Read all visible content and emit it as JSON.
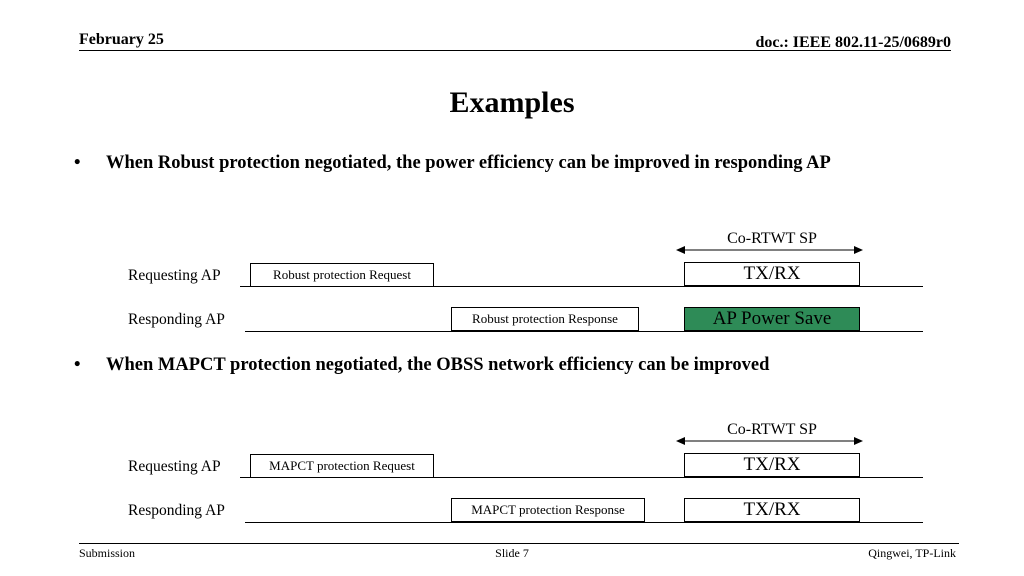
{
  "header": {
    "date": "February 25",
    "doc": "doc.: IEEE 802.11-25/0689r0"
  },
  "title": "Examples",
  "sections": [
    {
      "bullet": "When Robust protection negotiated, the power efficiency can be improved in responding AP",
      "sp_label": "Co-RTWT SP",
      "requesting_label": "Requesting AP",
      "responding_label": "Responding AP",
      "request_frame": "Robust protection Request",
      "response_frame": "Robust protection Response",
      "requesting_sp": "TX/RX",
      "responding_sp": "AP Power Save"
    },
    {
      "bullet": "When MAPCT protection negotiated, the OBSS network efficiency can be improved",
      "sp_label": "Co-RTWT SP",
      "requesting_label": "Requesting AP",
      "responding_label": "Responding AP",
      "request_frame": "MAPCT protection Request",
      "response_frame": "MAPCT protection Response",
      "requesting_sp": "TX/RX",
      "responding_sp": "TX/RX"
    }
  ],
  "colors": {
    "power_save": "#2e8b57"
  },
  "footer": {
    "left": "Submission",
    "center": "Slide 7",
    "right": "Qingwei, TP-Link"
  }
}
